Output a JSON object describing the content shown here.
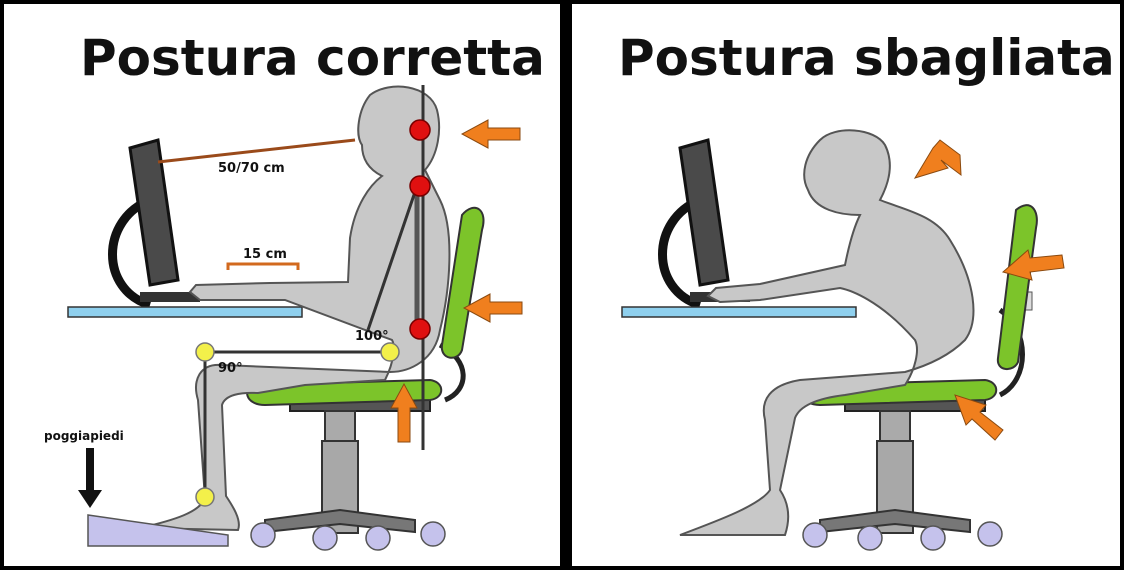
{
  "panels": [
    {
      "title": "Postura corretta",
      "labels": {
        "distance": "50/70 cm",
        "forearm": "15 cm",
        "hip_angle": "100°",
        "knee_angle": "90°",
        "footrest": "poggiapiedi"
      }
    },
    {
      "title": "Postura sbagliata"
    }
  ],
  "colors": {
    "frame": "#000000",
    "body": "#c8c8c8",
    "body_stroke": "#555555",
    "chair_green": "#7cc42a",
    "desk": "#8fd0ee",
    "arrow": "#f07f1e",
    "red_point": "#e01010",
    "yellow_point": "#f3f04a",
    "caster": "#c5c2ec",
    "footrest": "#c5c2ec",
    "chair_gray": "#a8a8a8",
    "line_brown": "#9a4a1a"
  }
}
